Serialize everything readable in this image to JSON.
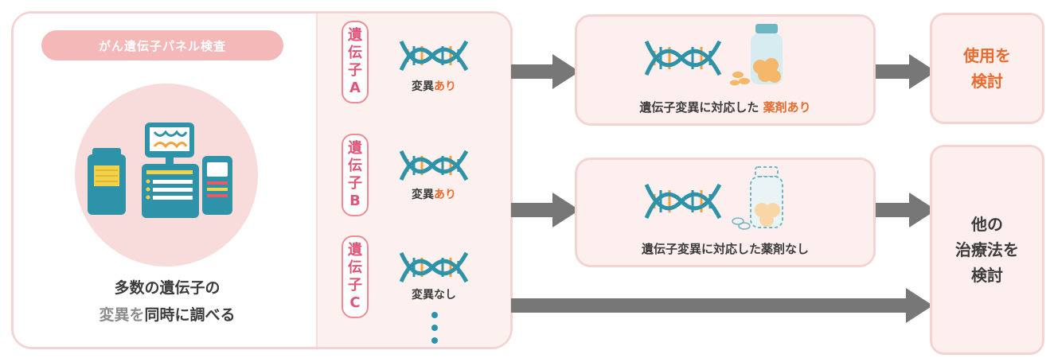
{
  "panel": {
    "pill_label": "がん遺伝子パネル検査",
    "caption_line1": "多数の遺伝子の",
    "caption_line2_gray": "変異を",
    "caption_line2_rest": "同時に調べる"
  },
  "genes": [
    {
      "chars": [
        "遺",
        "伝",
        "子",
        "A"
      ],
      "mut_main": "変異",
      "mut_accent": "あり"
    },
    {
      "chars": [
        "遺",
        "伝",
        "子",
        "B"
      ],
      "mut_main": "変異",
      "mut_accent": "あり"
    },
    {
      "chars": [
        "遺",
        "伝",
        "子",
        "C"
      ],
      "mut_main": "変異なし",
      "mut_accent": ""
    }
  ],
  "boxes": [
    {
      "text_main": "遺伝子変異に対応した ",
      "text_accent": "薬剤あり"
    },
    {
      "text_main": "遺伝子変異に対応した薬剤なし",
      "text_accent": ""
    }
  ],
  "results": [
    {
      "line1": "使用を",
      "line2": "検討",
      "line3": ""
    },
    {
      "line1": "他の",
      "line2": "治療法を",
      "line3": "検討"
    }
  ],
  "colors": {
    "accent": "#ec6a2d",
    "gene_text": "#e0557a",
    "teal": "#2e93a8",
    "orange": "#f2a13d",
    "arrow": "#777777"
  }
}
